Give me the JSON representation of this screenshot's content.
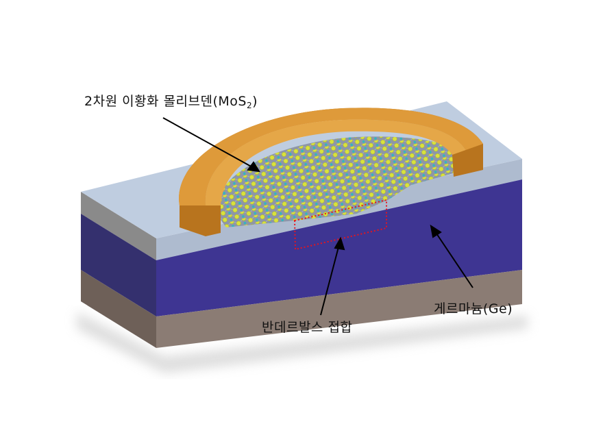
{
  "figure": {
    "type": "3d-device-schematic",
    "layers": [
      {
        "name": "top-oxide",
        "color": "#b9c7d9"
      },
      {
        "name": "germanium",
        "color": "#3f3694"
      },
      {
        "name": "substrate",
        "color": "#8e7f78"
      }
    ],
    "electrode_color": "#d4912f",
    "atom_colors": {
      "sulfur": "#d8e23a",
      "molybdenum": "#2fb8c0"
    },
    "highlight_box_color": "#e8141c"
  },
  "labels": {
    "mos2": {
      "text": "2차원 이황화 몰리브덴(MoS",
      "sub": "2",
      "tail": ")"
    },
    "germanium": {
      "text": "게르마늄(Ge)"
    },
    "vdw_junction": {
      "text": "반데르발스 접합"
    }
  }
}
